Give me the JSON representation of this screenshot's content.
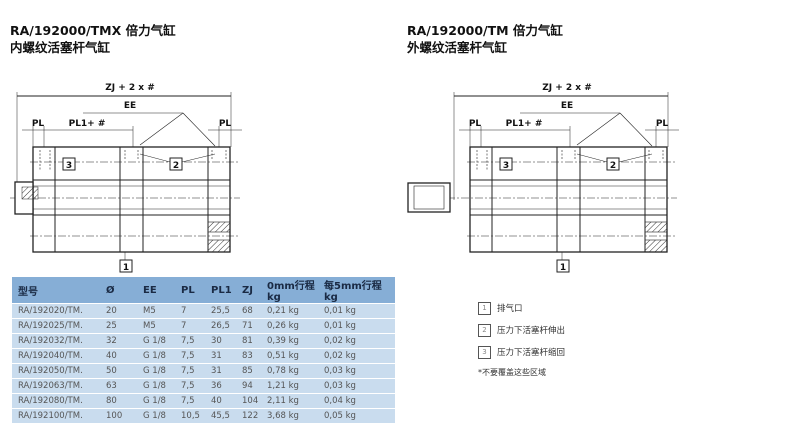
{
  "left": {
    "title1": "RA/192000/TMX  倍力气缸",
    "title2": "内螺纹活塞杆气缸"
  },
  "right": {
    "title1": "RA/192000/TM  倍力气缸",
    "title2": "外螺纹活塞杆气缸"
  },
  "drawing": {
    "zj": "ZJ + 2 x #",
    "ee": "EE",
    "pl": "PL",
    "pl1": "PL1+ #",
    "c1": "1",
    "c2": "2",
    "c3": "3"
  },
  "table": {
    "headers": [
      "型号",
      "Ø",
      "EE",
      "PL",
      "PL1",
      "ZJ",
      "0mm行程kg",
      "每5mm行程kg"
    ],
    "rows": [
      [
        "RA/192020/TM.",
        "20",
        "M5",
        "7",
        "25,5",
        "68",
        "0,21 kg",
        "0,01 kg"
      ],
      [
        "RA/192025/TM.",
        "25",
        "M5",
        "7",
        "26,5",
        "71",
        "0,26 kg",
        "0,01 kg"
      ],
      [
        "RA/192032/TM.",
        "32",
        "G 1/8",
        "7,5",
        "30",
        "81",
        "0,39 kg",
        "0,02 kg"
      ],
      [
        "RA/192040/TM.",
        "40",
        "G 1/8",
        "7,5",
        "31",
        "83",
        "0,51 kg",
        "0,02 kg"
      ],
      [
        "RA/192050/TM.",
        "50",
        "G 1/8",
        "7,5",
        "31",
        "85",
        "0,78 kg",
        "0,03 kg"
      ],
      [
        "RA/192063/TM.",
        "63",
        "G 1/8",
        "7,5",
        "36",
        "94",
        "1,21 kg",
        "0,03 kg"
      ],
      [
        "RA/192080/TM.",
        "80",
        "G 1/8",
        "7,5",
        "40",
        "104",
        "2,11 kg",
        "0,04 kg"
      ],
      [
        "RA/192100/TM.",
        "100",
        "G 1/8",
        "10,5",
        "45,5",
        "122",
        "3,68 kg",
        "0,05 kg"
      ]
    ]
  },
  "legend": {
    "items": [
      {
        "num": "1",
        "label": "排气口"
      },
      {
        "num": "2",
        "label": "压力下活塞杆伸出"
      },
      {
        "num": "3",
        "label": "压力下活塞杆缩回"
      }
    ],
    "note": "*不要覆盖这些区域"
  }
}
